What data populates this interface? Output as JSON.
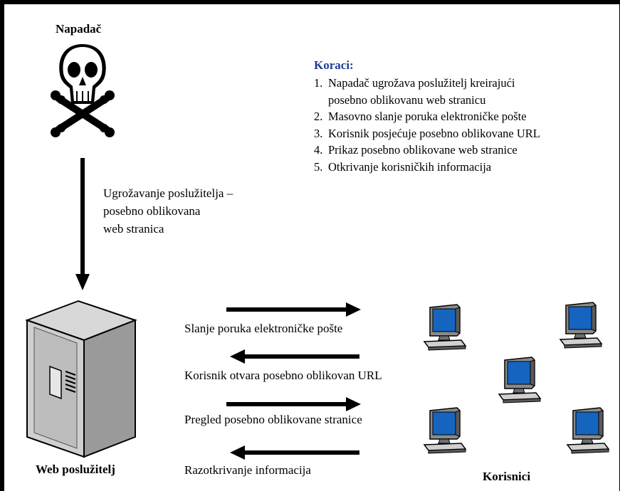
{
  "attacker": {
    "label": "Napadač"
  },
  "steps": {
    "title": "Koraci:",
    "title_color": "#1f3a93",
    "items": [
      {
        "num": "1.",
        "text": "Napadač ugrožava poslužitelj kreirajući",
        "cont": "posebno oblikovanu web stranicu"
      },
      {
        "num": "2.",
        "text": "Masovno slanje poruka elektroničke pošte"
      },
      {
        "num": "3.",
        "text": "Korisnik posjećuje posebno oblikovane URL"
      },
      {
        "num": "4.",
        "text": "Prikaz posebno oblikovane web stranice"
      },
      {
        "num": "5.",
        "text": "Otkrivanje korisničkih informacija"
      }
    ]
  },
  "compromise": {
    "lines": [
      "Ugrožavanje poslužitelja –",
      "posebno oblikovana",
      "web stranica"
    ]
  },
  "flows": {
    "email": "Slanje poruka elektroničke pošte",
    "open_url": "Korisnik otvara posebno oblikovan URL",
    "view_page": "Pregled posebno oblikovane stranice",
    "disclose": "Razotkrivanje informacija"
  },
  "server": {
    "label": "Web poslužitelj",
    "icon": "server-icon"
  },
  "users": {
    "label": "Korisnici",
    "icon": "computer-icon"
  },
  "colors": {
    "monitor_screen": "#1565c0",
    "monitor_body": "#9e9e9e"
  }
}
